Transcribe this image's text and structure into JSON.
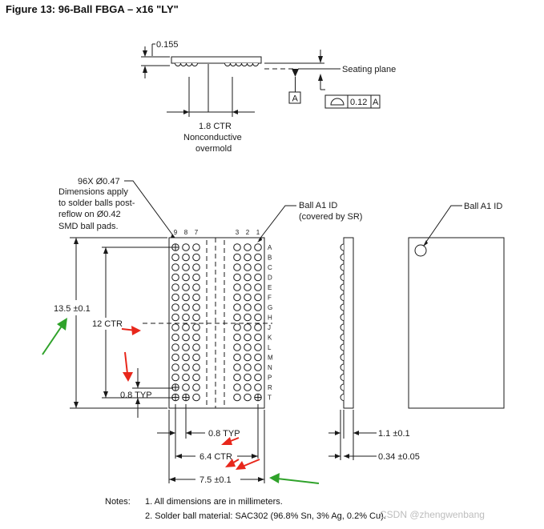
{
  "title": "Figure 13: 96-Ball FBGA – x16 \"LY\"",
  "side_view": {
    "thickness": "0.155",
    "seating_plane": "Seating plane",
    "datum": "A",
    "flatness_value": "0.12",
    "flatness_datum": "A",
    "ctr": "1.8 CTR",
    "overmold_1": "Nonconductive",
    "overmold_2": "overmold"
  },
  "ball_note": [
    "96X Ø0.47",
    "Dimensions apply",
    "to solder balls post-",
    "reflow on Ø0.42",
    "SMD ball pads."
  ],
  "column_numbers": [
    "9",
    "8",
    "7",
    "3",
    "2",
    "1"
  ],
  "row_letters": [
    "A",
    "B",
    "C",
    "D",
    "E",
    "F",
    "G",
    "H",
    "J",
    "K",
    "L",
    "M",
    "N",
    "P",
    "R",
    "T"
  ],
  "ball_a1_id_bottom": [
    "Ball A1 ID",
    "(covered by SR)"
  ],
  "ball_a1_id_top": "Ball A1 ID",
  "dims": {
    "height_total": "13.5 ±0.1",
    "height_ctr": "12 CTR",
    "pitch_vertical": "0.8 TYP",
    "pitch_horizontal": "0.8 TYP",
    "width_ctr": "6.4 CTR",
    "width_total": "7.5 ±0.1",
    "package_height": "1.1 ±0.1",
    "ball_height": "0.34 ±0.05"
  },
  "notes": {
    "heading": "Notes:",
    "items": [
      "1.  All dimensions are in millimeters.",
      "2.  Solder ball material: SAC302 (96.8% Sn, 3% Ag, 0.2% Cu)."
    ]
  },
  "watermark": "CSDN @zhengwenbang",
  "colors": {
    "line": "#1a1a1a",
    "red_arrow": "#e8271b",
    "green_arrow": "#2fa22a"
  }
}
